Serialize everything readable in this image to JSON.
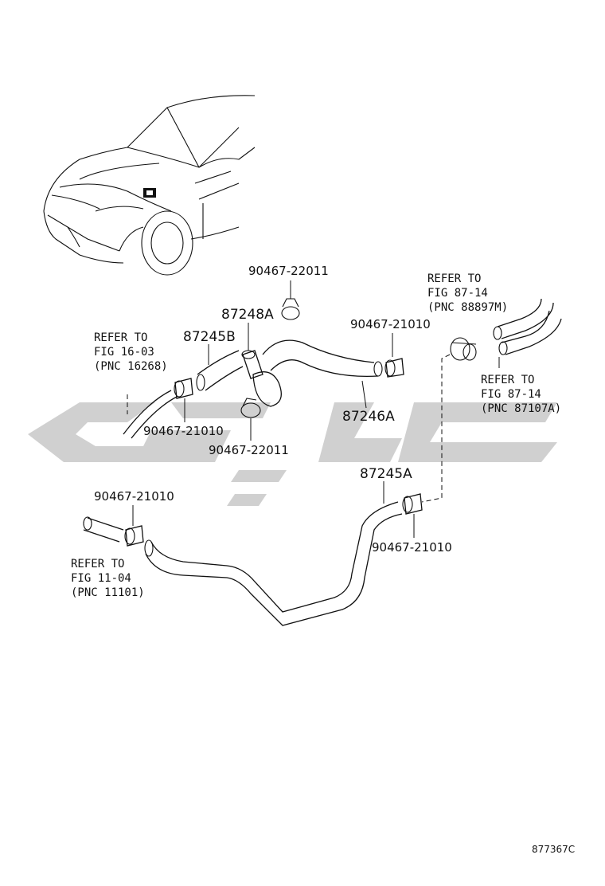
{
  "labels": {
    "clamp_top": "90467-22011",
    "clip_87248a": "87248A",
    "hose_87245b": "87245B",
    "clamp_mid_right": "90467-21010",
    "hose_87246a": "87246A",
    "clamp_left": "90467-21010",
    "clamp_lower_mid": "90467-22011",
    "hose_87245a": "87245A",
    "clamp_lower_right": "90467-21010",
    "clamp_lower_left": "90467-21010"
  },
  "refs": {
    "ref_left": [
      "REFER TO",
      "FIG 16-03",
      "(PNC 16268)"
    ],
    "ref_top_right": [
      "REFER TO",
      "FIG 87-14",
      "(PNC 88897M)"
    ],
    "ref_right": [
      "REFER TO",
      "FIG 87-14",
      "(PNC 87107A)"
    ],
    "ref_bottom_left": [
      "REFER TO",
      "FIG 11-04",
      "(PNC 11101)"
    ]
  },
  "figure_code": "877367C",
  "colors": {
    "line": "#111111",
    "watermark": "#d0d0d0",
    "background": "#ffffff"
  }
}
